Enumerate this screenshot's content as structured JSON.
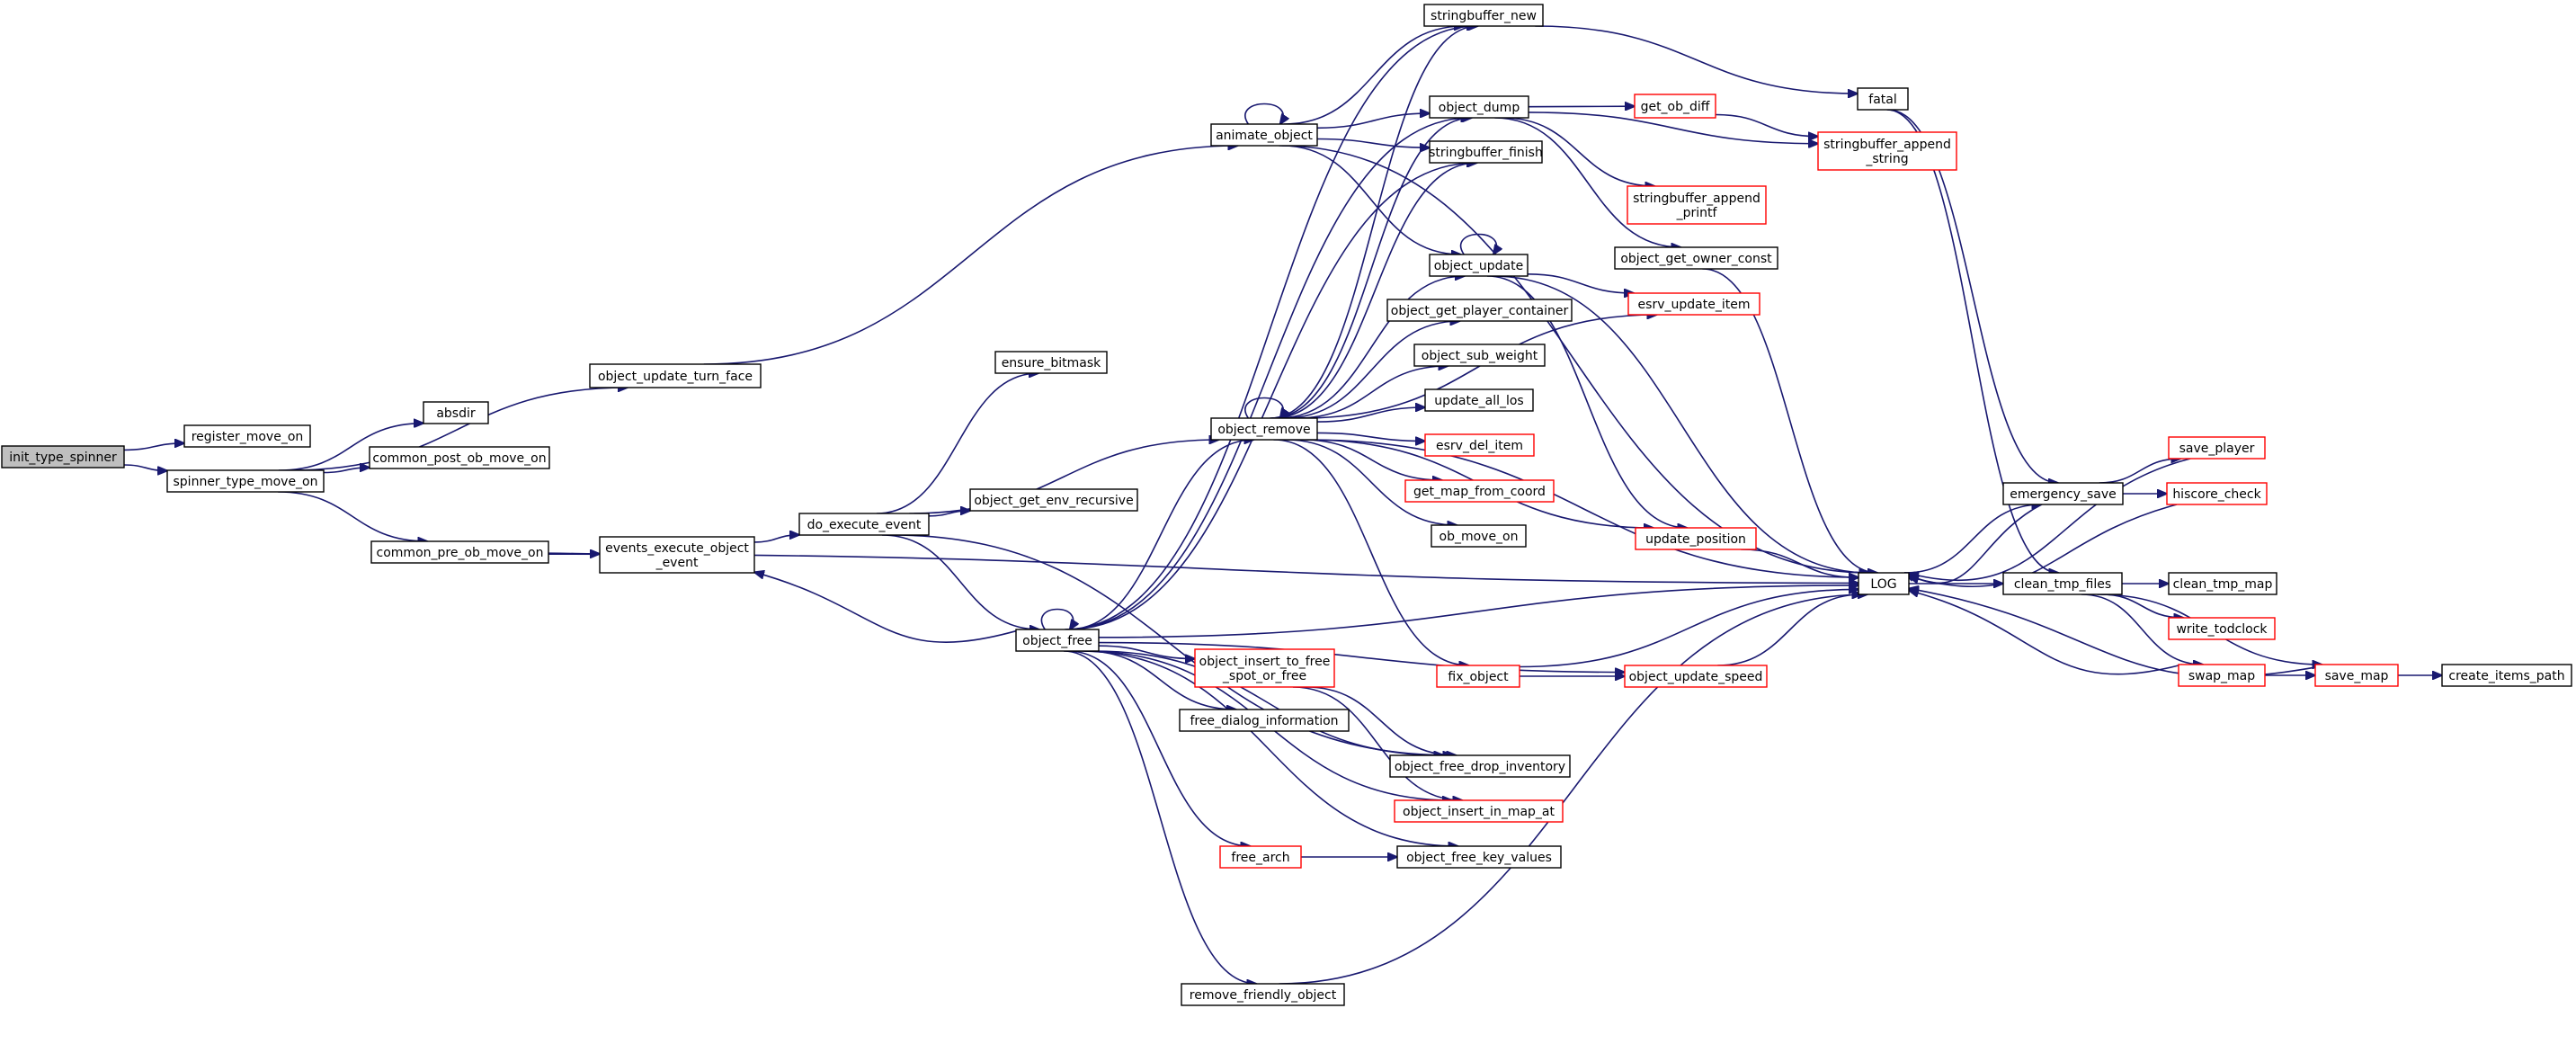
{
  "graph": {
    "colors": {
      "edge": "#191970",
      "border_normal": "#000000",
      "border_truncated": "#ff0000",
      "fill_root": "#bfbfbf",
      "fill_node": "#ffffff",
      "text": "#000000"
    },
    "nodes": [
      {
        "id": "init_type_spinner",
        "lines": [
          "init_type_spinner"
        ],
        "style": "root"
      },
      {
        "id": "register_move_on",
        "lines": [
          "register_move_on"
        ],
        "style": "normal"
      },
      {
        "id": "spinner_type_move_on",
        "lines": [
          "spinner_type_move_on"
        ],
        "style": "normal"
      },
      {
        "id": "absdir",
        "lines": [
          "absdir"
        ],
        "style": "normal"
      },
      {
        "id": "common_post_ob_move_on",
        "lines": [
          "common_post_ob_move_on"
        ],
        "style": "normal"
      },
      {
        "id": "object_update_turn_face",
        "lines": [
          "object_update_turn_face"
        ],
        "style": "normal"
      },
      {
        "id": "common_pre_ob_move_on",
        "lines": [
          "common_pre_ob_move_on"
        ],
        "style": "normal"
      },
      {
        "id": "events_execute_object_event",
        "lines": [
          "events_execute_object",
          "_event"
        ],
        "style": "normal"
      },
      {
        "id": "do_execute_event",
        "lines": [
          "do_execute_event"
        ],
        "style": "normal"
      },
      {
        "id": "ensure_bitmask",
        "lines": [
          "ensure_bitmask"
        ],
        "style": "normal"
      },
      {
        "id": "object_get_env_recursive",
        "lines": [
          "object_get_env_recursive"
        ],
        "style": "normal"
      },
      {
        "id": "animate_object",
        "lines": [
          "animate_object"
        ],
        "style": "normal"
      },
      {
        "id": "stringbuffer_new",
        "lines": [
          "stringbuffer_new"
        ],
        "style": "normal"
      },
      {
        "id": "object_dump",
        "lines": [
          "object_dump"
        ],
        "style": "normal"
      },
      {
        "id": "stringbuffer_finish",
        "lines": [
          "stringbuffer_finish"
        ],
        "style": "normal"
      },
      {
        "id": "object_update",
        "lines": [
          "object_update"
        ],
        "style": "normal"
      },
      {
        "id": "object_get_player_container",
        "lines": [
          "object_get_player_container"
        ],
        "style": "normal"
      },
      {
        "id": "object_sub_weight",
        "lines": [
          "object_sub_weight"
        ],
        "style": "normal"
      },
      {
        "id": "update_all_los",
        "lines": [
          "update_all_los"
        ],
        "style": "normal"
      },
      {
        "id": "esrv_del_item",
        "lines": [
          "esrv_del_item"
        ],
        "style": "truncated"
      },
      {
        "id": "get_map_from_coord",
        "lines": [
          "get_map_from_coord"
        ],
        "style": "truncated"
      },
      {
        "id": "ob_move_on",
        "lines": [
          "ob_move_on"
        ],
        "style": "normal"
      },
      {
        "id": "object_remove",
        "lines": [
          "object_remove"
        ],
        "style": "normal"
      },
      {
        "id": "object_free",
        "lines": [
          "object_free"
        ],
        "style": "normal"
      },
      {
        "id": "object_insert_to_free_spot_or_free",
        "lines": [
          "object_insert_to_free",
          "_spot_or_free"
        ],
        "style": "truncated"
      },
      {
        "id": "free_dialog_information",
        "lines": [
          "free_dialog_information"
        ],
        "style": "normal"
      },
      {
        "id": "object_free_drop_inventory",
        "lines": [
          "object_free_drop_inventory"
        ],
        "style": "normal"
      },
      {
        "id": "object_insert_in_map_at",
        "lines": [
          "object_insert_in_map_at"
        ],
        "style": "truncated"
      },
      {
        "id": "free_arch",
        "lines": [
          "free_arch"
        ],
        "style": "truncated"
      },
      {
        "id": "object_free_key_values",
        "lines": [
          "object_free_key_values"
        ],
        "style": "normal"
      },
      {
        "id": "remove_friendly_object",
        "lines": [
          "remove_friendly_object"
        ],
        "style": "normal"
      },
      {
        "id": "get_ob_diff",
        "lines": [
          "get_ob_diff"
        ],
        "style": "truncated"
      },
      {
        "id": "stringbuffer_append_printf",
        "lines": [
          "stringbuffer_append",
          "_printf"
        ],
        "style": "truncated"
      },
      {
        "id": "object_get_owner_const",
        "lines": [
          "object_get_owner_const"
        ],
        "style": "normal"
      },
      {
        "id": "esrv_update_item",
        "lines": [
          "esrv_update_item"
        ],
        "style": "truncated"
      },
      {
        "id": "update_position",
        "lines": [
          "update_position"
        ],
        "style": "truncated"
      },
      {
        "id": "fix_object",
        "lines": [
          "fix_object"
        ],
        "style": "truncated"
      },
      {
        "id": "object_update_speed",
        "lines": [
          "object_update_speed"
        ],
        "style": "truncated"
      },
      {
        "id": "fatal",
        "lines": [
          "fatal"
        ],
        "style": "normal"
      },
      {
        "id": "stringbuffer_append_string",
        "lines": [
          "stringbuffer_append",
          "_string"
        ],
        "style": "truncated"
      },
      {
        "id": "LOG",
        "lines": [
          "LOG"
        ],
        "style": "normal"
      },
      {
        "id": "emergency_save",
        "lines": [
          "emergency_save"
        ],
        "style": "normal"
      },
      {
        "id": "save_player",
        "lines": [
          "save_player"
        ],
        "style": "truncated"
      },
      {
        "id": "hiscore_check",
        "lines": [
          "hiscore_check"
        ],
        "style": "truncated"
      },
      {
        "id": "clean_tmp_files",
        "lines": [
          "clean_tmp_files"
        ],
        "style": "normal"
      },
      {
        "id": "clean_tmp_map",
        "lines": [
          "clean_tmp_map"
        ],
        "style": "normal"
      },
      {
        "id": "write_todclock",
        "lines": [
          "write_todclock"
        ],
        "style": "truncated"
      },
      {
        "id": "swap_map",
        "lines": [
          "swap_map"
        ],
        "style": "truncated"
      },
      {
        "id": "save_map",
        "lines": [
          "save_map"
        ],
        "style": "truncated"
      },
      {
        "id": "create_items_path",
        "lines": [
          "create_items_path"
        ],
        "style": "normal"
      }
    ],
    "edges": [
      [
        "init_type_spinner",
        "register_move_on"
      ],
      [
        "init_type_spinner",
        "spinner_type_move_on"
      ],
      [
        "spinner_type_move_on",
        "absdir"
      ],
      [
        "spinner_type_move_on",
        "common_post_ob_move_on"
      ],
      [
        "spinner_type_move_on",
        "object_update_turn_face"
      ],
      [
        "spinner_type_move_on",
        "common_pre_ob_move_on"
      ],
      [
        "object_update_turn_face",
        "animate_object"
      ],
      [
        "common_pre_ob_move_on",
        "events_execute_object_event"
      ],
      [
        "common_pre_ob_move_on",
        "LOG"
      ],
      [
        "events_execute_object_event",
        "do_execute_event"
      ],
      [
        "do_execute_event",
        "ensure_bitmask"
      ],
      [
        "do_execute_event",
        "object_get_env_recursive"
      ],
      [
        "do_execute_event",
        "object_remove"
      ],
      [
        "do_execute_event",
        "object_free"
      ],
      [
        "do_execute_event",
        "object_free_drop_inventory"
      ],
      [
        "animate_object",
        "animate_object"
      ],
      [
        "animate_object",
        "stringbuffer_new"
      ],
      [
        "animate_object",
        "object_dump"
      ],
      [
        "animate_object",
        "stringbuffer_finish"
      ],
      [
        "animate_object",
        "object_update"
      ],
      [
        "animate_object",
        "LOG"
      ],
      [
        "object_remove",
        "object_remove"
      ],
      [
        "object_remove",
        "stringbuffer_new"
      ],
      [
        "object_remove",
        "object_dump"
      ],
      [
        "object_remove",
        "stringbuffer_finish"
      ],
      [
        "object_remove",
        "object_update"
      ],
      [
        "object_remove",
        "object_get_player_container"
      ],
      [
        "object_remove",
        "object_sub_weight"
      ],
      [
        "object_remove",
        "update_all_los"
      ],
      [
        "object_remove",
        "esrv_del_item"
      ],
      [
        "object_remove",
        "get_map_from_coord"
      ],
      [
        "object_remove",
        "ob_move_on"
      ],
      [
        "object_remove",
        "update_position"
      ],
      [
        "object_remove",
        "fix_object"
      ],
      [
        "object_remove",
        "esrv_update_item"
      ],
      [
        "object_remove",
        "LOG"
      ],
      [
        "object_free",
        "object_free"
      ],
      [
        "object_free",
        "events_execute_object_event"
      ],
      [
        "object_free",
        "object_remove"
      ],
      [
        "object_free",
        "stringbuffer_new"
      ],
      [
        "object_free",
        "object_dump"
      ],
      [
        "object_free",
        "stringbuffer_finish"
      ],
      [
        "object_free",
        "object_insert_to_free_spot_or_free"
      ],
      [
        "object_free",
        "free_dialog_information"
      ],
      [
        "object_free",
        "object_free_drop_inventory"
      ],
      [
        "object_free",
        "object_insert_in_map_at"
      ],
      [
        "object_free",
        "free_arch"
      ],
      [
        "object_free",
        "object_free_key_values"
      ],
      [
        "object_free",
        "remove_friendly_object"
      ],
      [
        "object_free",
        "object_update_speed"
      ],
      [
        "object_free",
        "LOG"
      ],
      [
        "object_insert_to_free_spot_or_free",
        "object_free_drop_inventory"
      ],
      [
        "object_insert_to_free_spot_or_free",
        "object_insert_in_map_at"
      ],
      [
        "free_arch",
        "object_free_key_values"
      ],
      [
        "remove_friendly_object",
        "LOG"
      ],
      [
        "stringbuffer_new",
        "fatal"
      ],
      [
        "object_dump",
        "get_ob_diff"
      ],
      [
        "object_dump",
        "stringbuffer_append_printf"
      ],
      [
        "object_dump",
        "object_get_owner_const"
      ],
      [
        "object_dump",
        "stringbuffer_append_string"
      ],
      [
        "get_ob_diff",
        "stringbuffer_append_string"
      ],
      [
        "object_get_owner_const",
        "LOG"
      ],
      [
        "object_update",
        "object_update"
      ],
      [
        "object_update",
        "esrv_update_item"
      ],
      [
        "object_update",
        "update_position"
      ],
      [
        "object_update",
        "LOG"
      ],
      [
        "update_position",
        "LOG"
      ],
      [
        "fix_object",
        "object_update_speed"
      ],
      [
        "fix_object",
        "LOG"
      ],
      [
        "object_update_speed",
        "LOG"
      ],
      [
        "fatal",
        "emergency_save"
      ],
      [
        "fatal",
        "clean_tmp_files"
      ],
      [
        "LOG",
        "emergency_save"
      ],
      [
        "LOG",
        "clean_tmp_files"
      ],
      [
        "emergency_save",
        "LOG"
      ],
      [
        "emergency_save",
        "save_player"
      ],
      [
        "emergency_save",
        "hiscore_check"
      ],
      [
        "save_player",
        "LOG"
      ],
      [
        "hiscore_check",
        "LOG"
      ],
      [
        "clean_tmp_files",
        "clean_tmp_map"
      ],
      [
        "clean_tmp_files",
        "write_todclock"
      ],
      [
        "clean_tmp_files",
        "swap_map"
      ],
      [
        "clean_tmp_files",
        "save_map"
      ],
      [
        "swap_map",
        "LOG"
      ],
      [
        "swap_map",
        "save_map"
      ],
      [
        "save_map",
        "LOG"
      ],
      [
        "save_map",
        "create_items_path"
      ]
    ]
  }
}
